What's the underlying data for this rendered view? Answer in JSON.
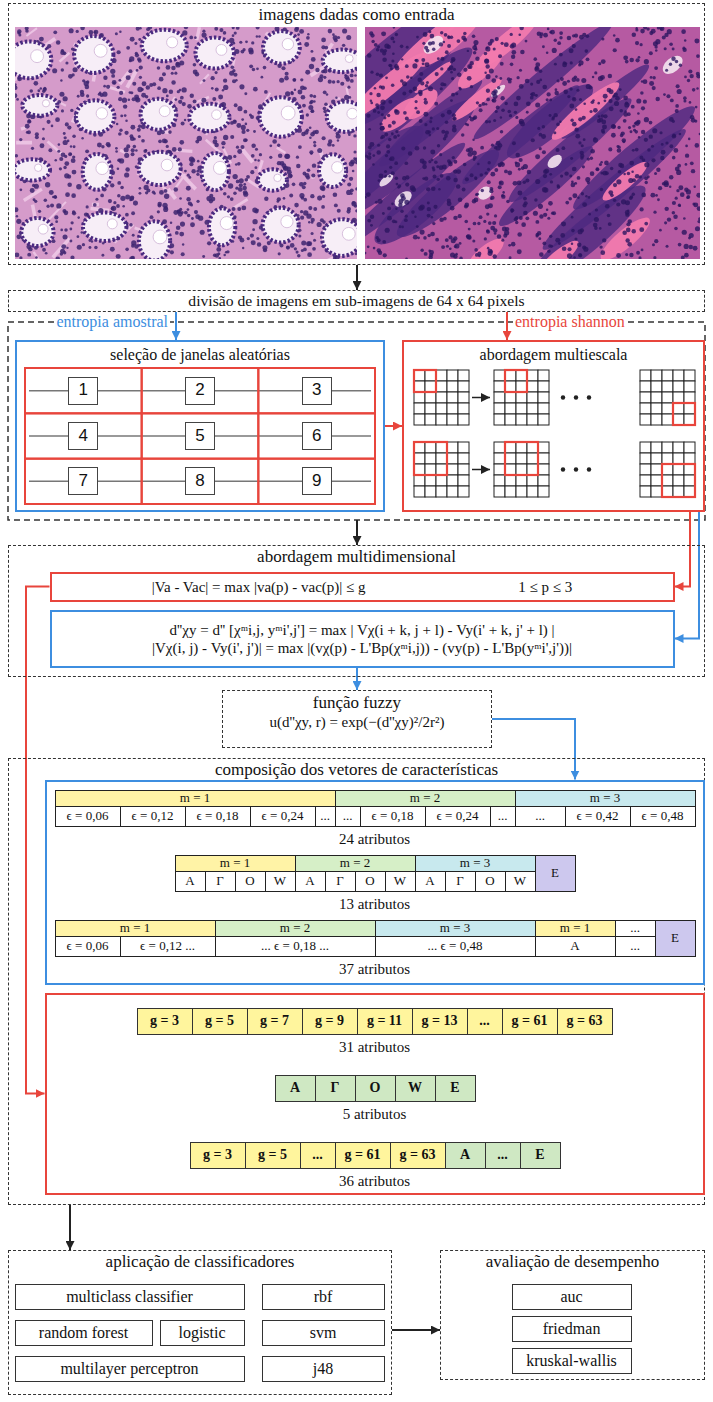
{
  "diagram": {
    "nodes": [
      {
        "text": [
          "imagens dadas como entrada"
        ]
      },
      {
        "text": [
          "divisão de imagens em sub-imagens de 64 x 64 pixels"
        ]
      },
      {
        "text": [
          "seleção de janelas aleatórias"
        ]
      },
      {
        "text": [
          "1"
        ],
        "in": 2
      },
      {
        "text": [
          "2"
        ],
        "in": 2
      },
      {
        "text": [
          "3"
        ],
        "in": 2
      },
      {
        "text": [
          "4"
        ],
        "in": 2
      },
      {
        "text": [
          "5"
        ],
        "in": 2
      },
      {
        "text": [
          "6"
        ],
        "in": 2
      },
      {
        "text": [
          "7"
        ],
        "in": 2
      },
      {
        "text": [
          "8"
        ],
        "in": 2
      },
      {
        "text": [
          "9"
        ],
        "in": 2
      },
      {
        "text": [
          "abordagem multiescala"
        ]
      },
      {
        "text": [
          "abordagem multidimensional"
        ]
      },
      {
        "text": [
          "|Va - Vac| = max |va(p) - vac(p)| ≤ g",
          "1 ≤ p ≤ 3"
        ],
        "in": 13
      },
      {
        "text": [
          "d''χy = d'' [χᵐi,j, yᵐi',j'] = max | Vχ(i + k, j + l) - Vy(i' + k, j' + l) |",
          "|Vχ(i, j) - Vy(i', j')| = max |(vχ(p) - L'Bp(χᵐi,j)) - (vy(p) - L'Bp(yᵐi',j'))|"
        ],
        "in": 13
      },
      {
        "text": [
          "função fuzzy",
          "u(d''χy, r) = exp(−(d''χy)²/2r²)"
        ]
      },
      {
        "text": [
          "composição dos vetores de características"
        ]
      },
      {
        "text": [
          "24 atributos",
          "13 atributos",
          "37 atributos"
        ],
        "in": 17
      },
      {
        "text": [
          "31 atributos",
          "5 atributos",
          "36 atributos"
        ],
        "in": 17
      },
      {
        "text": [
          "aplicação de classificadores"
        ]
      },
      {
        "text": [
          "multiclass classifier"
        ],
        "in": 20
      },
      {
        "text": [
          "rbf"
        ],
        "in": 20
      },
      {
        "text": [
          "random forest"
        ],
        "in": 20
      },
      {
        "text": [
          "logistic"
        ],
        "in": 20
      },
      {
        "text": [
          "svm"
        ],
        "in": 20
      },
      {
        "text": [
          "multilayer perceptron"
        ],
        "in": 20
      },
      {
        "text": [
          "j48"
        ],
        "in": 20
      },
      {
        "text": [
          "avaliação de desempenho"
        ]
      },
      {
        "text": [
          "auc"
        ],
        "in": 28
      },
      {
        "text": [
          "friedman"
        ],
        "in": 28
      },
      {
        "text": [
          "kruskal-wallis"
        ],
        "in": 28
      }
    ],
    "edges": [
      {
        "from": 0,
        "to": 1,
        "arrow": "to"
      },
      {
        "from": 1,
        "to": 2,
        "label": "entropia amostral",
        "arrow": "to"
      },
      {
        "from": 1,
        "to": 12,
        "label": "entropia shannon",
        "arrow": "to"
      },
      {
        "from": 2,
        "to": 12,
        "arrow": "to"
      },
      {
        "from": 12,
        "to": 14,
        "arrow": "to"
      },
      {
        "from": 12,
        "to": 15,
        "arrow": "to"
      },
      {
        "from": 15,
        "to": 16,
        "arrow": "to"
      },
      {
        "from": 16,
        "to": 18,
        "arrow": "to"
      },
      {
        "from": 14,
        "to": 19,
        "arrow": "to"
      },
      {
        "from": 17,
        "to": 20,
        "arrow": "to"
      },
      {
        "from": 20,
        "to": 28,
        "arrow": "to"
      }
    ],
    "labels": [
      "m = 1",
      "m = 2",
      "m = 3",
      "ϵ = 0,06",
      "ϵ = 0,12",
      "ϵ = 0,18",
      "ϵ = 0,24",
      "...",
      "...",
      "ϵ = 0,18",
      "ϵ = 0,24",
      "...",
      "...",
      "ϵ = 0,42",
      "ϵ = 0,48",
      "m = 1",
      "m = 2",
      "m = 3",
      "E",
      "A",
      "Γ",
      "O",
      "W",
      "A",
      "Γ",
      "O",
      "W",
      "A",
      "Γ",
      "O",
      "W",
      "m = 1",
      "m = 2",
      "m = 3",
      "m = 1",
      "...",
      "E",
      "ϵ = 0,06",
      "ϵ = 0,12 ...",
      "... ϵ = 0,18 ...",
      "... ϵ = 0,48",
      "A",
      "...",
      "g = 3",
      "g = 5",
      "g = 7",
      "g = 9",
      "g = 11",
      "g = 13",
      "...",
      "g = 61",
      "g = 63",
      "A",
      "Γ",
      "O",
      "W",
      "E",
      "g = 3",
      "g = 5",
      "...",
      "g = 61",
      "g = 63",
      "A",
      "...",
      "E"
    ]
  }
}
